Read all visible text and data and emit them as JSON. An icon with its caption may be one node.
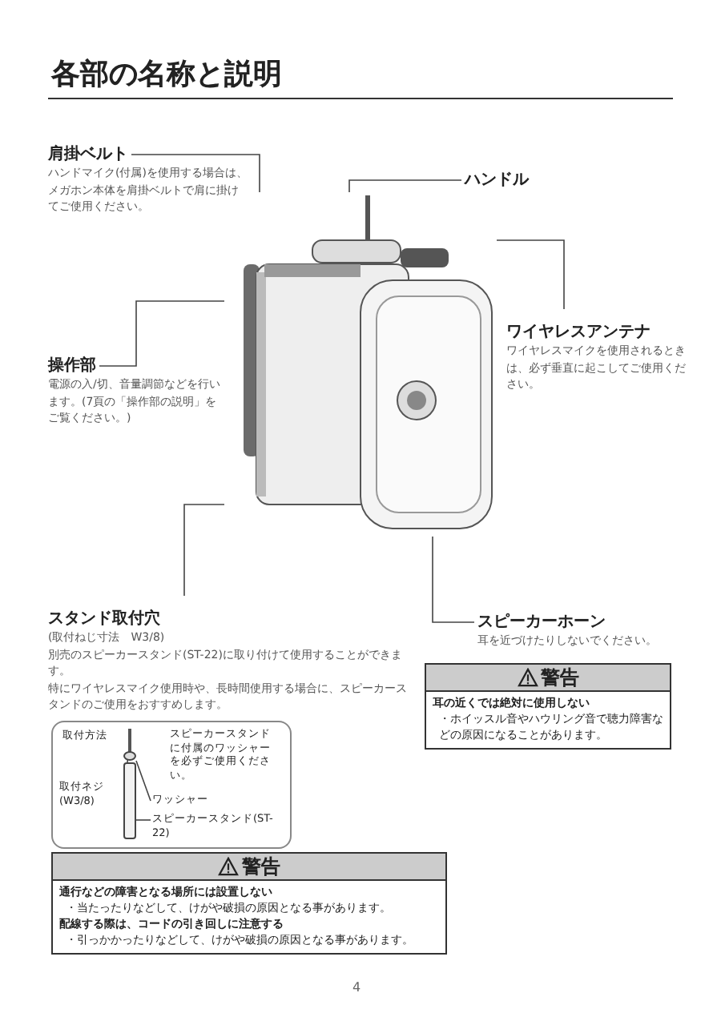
{
  "diagram": {
    "title": "各部の名称と説明",
    "nodes": [
      {
        "text": [
          "肩掛ベルト",
          "ハンドマイク(付属)を使用する場合は、メガホン本体を肩掛ベルトで肩に掛けてご使用ください。"
        ]
      },
      {
        "text": [
          "ハンドル"
        ]
      },
      {
        "text": [],
        "shape": "picture"
      },
      {
        "text": [
          "操作部",
          "電源の入/切、音量調節などを行います。(7頁の「操作部の説明」をご覧ください。)"
        ]
      },
      {
        "text": [
          "ワイヤレスアンテナ",
          "ワイヤレスマイクを使用されるときは、必ず垂直に起こしてご使用ください。"
        ]
      },
      {
        "text": [
          "スタンド取付穴",
          "(取付ねじ寸法　W3/8)",
          "別売のスピーカースタンド(ST-22)に取り付けて使用することができます。",
          "特にワイヤレスマイク使用時や、長時間使用する場合に、スピーカースタンドのご使用をおすすめします。"
        ]
      },
      {
        "text": [
          "スピーカーホーン",
          "耳を近づけたりしないでください。"
        ]
      },
      {
        "text": [
          "警告",
          "耳の近くでは絶対に使用しない",
          "・ホイッスル音やハウリング音で聴力障害などの原因になることがあります。"
        ]
      },
      {
        "text": [
          "取付方法",
          "スピーカースタンドに付属のワッシャーを必ずご使用ください。"
        ]
      },
      {
        "text": [],
        "shape": "bar",
        "in": 8
      },
      {
        "text": [],
        "shape": "circle",
        "in": 8
      },
      {
        "text": [],
        "shape": "cylinder",
        "in": 8
      },
      {
        "text": [
          "取付ネジ(W3/8)"
        ],
        "in": 8
      },
      {
        "text": [
          "ワッシャー"
        ],
        "in": 8
      },
      {
        "text": [
          "スピーカースタンド(ST-22)"
        ],
        "in": 8
      },
      {
        "text": [
          "警告",
          "通行などの障害となる場所には設置しない",
          "・当たったりなどして、けがや破損の原因となる事があります。",
          "配線する際は、コードの引き回しに注意する",
          "・引っかかったりなどして、けがや破損の原因となる事があります。"
        ]
      }
    ],
    "edges": [
      {
        "from": 0,
        "to": 2,
        "arrow": "none"
      },
      {
        "from": 1,
        "to": 2,
        "arrow": "none"
      },
      {
        "from": 3,
        "to": 2,
        "arrow": "none"
      },
      {
        "from": 4,
        "to": 2,
        "arrow": "none"
      },
      {
        "from": 5,
        "to": 2,
        "arrow": "none"
      },
      {
        "from": 6,
        "to": 2,
        "arrow": "none"
      },
      {
        "from": 12,
        "to": 9,
        "arrow": "none"
      },
      {
        "from": 13,
        "to": 10,
        "arrow": "none"
      },
      {
        "from": 14,
        "to": 11,
        "arrow": "none"
      }
    ],
    "labels": [
      "4"
    ]
  }
}
